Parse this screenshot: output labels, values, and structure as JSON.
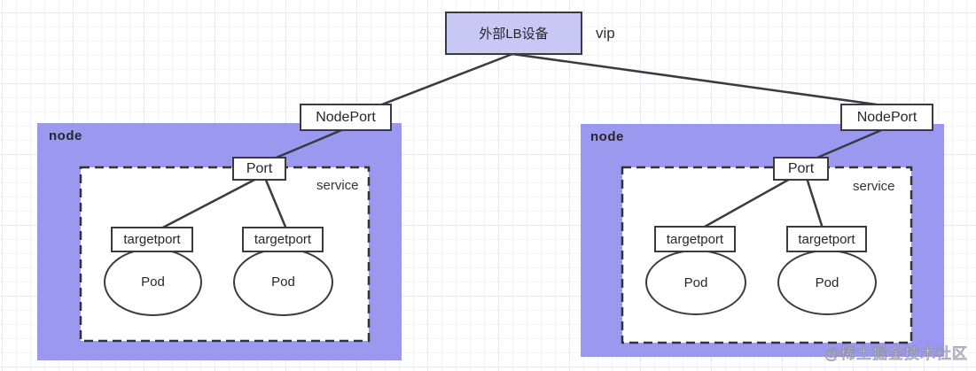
{
  "lb": {
    "label": "外部LB设备"
  },
  "vip_label": "vip",
  "watermark": "@稀土掘金技术社区",
  "nodes": [
    {
      "label": "node",
      "nodeport": "NodePort",
      "port": "Port",
      "service": "service",
      "targetports": [
        "targetport",
        "targetport"
      ],
      "pods": [
        "Pod",
        "Pod"
      ]
    },
    {
      "label": "node",
      "nodeport": "NodePort",
      "port": "Port",
      "service": "service",
      "targetports": [
        "targetport",
        "targetport"
      ],
      "pods": [
        "Pod",
        "Pod"
      ]
    }
  ],
  "colors": {
    "node_fill": "#9a98ef",
    "lb_fill": "#c9c8f4",
    "shape_border": "#3a3a42",
    "connector_line": "#3a3a42",
    "grid_major": "#e8e8ee",
    "grid_minor": "#f4f4f7"
  }
}
